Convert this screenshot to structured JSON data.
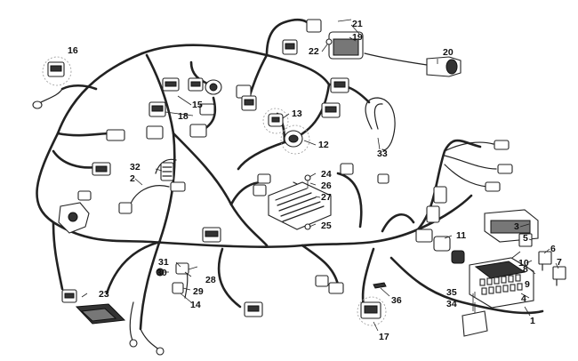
{
  "labels": {
    "l1": "1",
    "l2": "2",
    "l3": "3",
    "l4": "4",
    "l5": "5",
    "l6": "6",
    "l7": "7",
    "l8": "8",
    "l9": "9",
    "l10": "10",
    "l11": "11",
    "l12": "12",
    "l13": "13",
    "l14": "14",
    "l15": "15",
    "l16": "16",
    "l17": "17",
    "l18": "18",
    "l19": "19",
    "l20": "20",
    "l21": "21",
    "l22": "22",
    "l23": "23",
    "l24": "24",
    "l25": "25",
    "l26": "26",
    "l27": "27",
    "l28": "28",
    "l29": "29",
    "l30": "30",
    "l31": "31",
    "l32": "32",
    "l33": "33",
    "l34": "34",
    "l35": "35",
    "l36": "36"
  }
}
